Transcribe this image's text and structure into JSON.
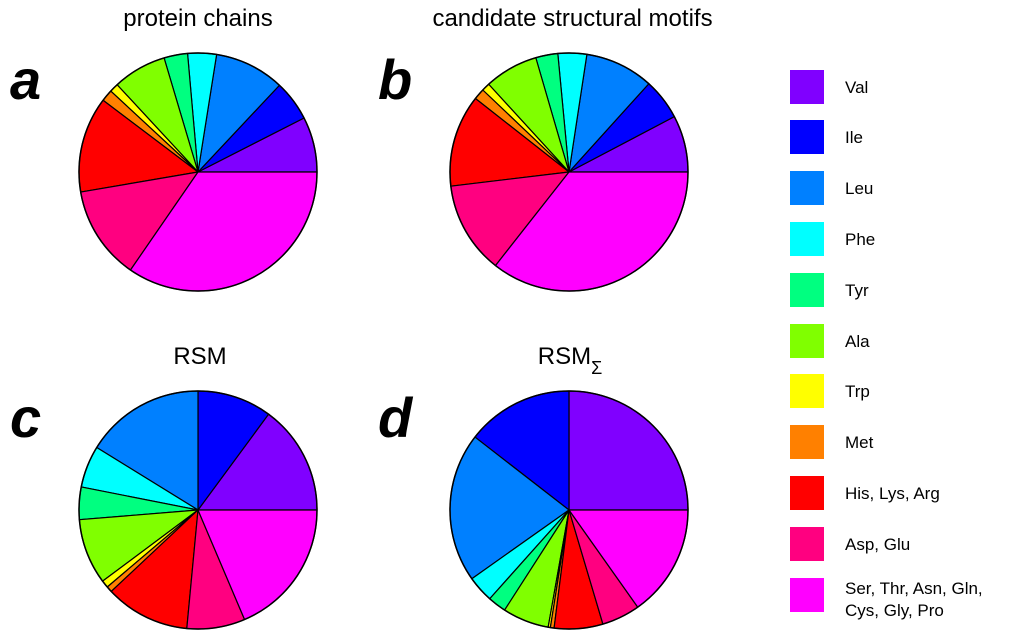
{
  "panels": [
    {
      "letter": "a",
      "title": "protein chains",
      "title_sub": ""
    },
    {
      "letter": "b",
      "title": "candidate structural motifs",
      "title_sub": ""
    },
    {
      "letter": "c",
      "title": "RSM",
      "title_sub": ""
    },
    {
      "letter": "d",
      "title": "RSM",
      "title_sub": "Σ"
    }
  ],
  "legend": [
    {
      "label": "Val",
      "color": "#8000ff"
    },
    {
      "label": "Ile",
      "color": "#0000ff"
    },
    {
      "label": "Leu",
      "color": "#0080ff"
    },
    {
      "label": "Phe",
      "color": "#00ffff"
    },
    {
      "label": "Tyr",
      "color": "#00ff80"
    },
    {
      "label": "Ala",
      "color": "#80ff00"
    },
    {
      "label": "Trp",
      "color": "#ffff00"
    },
    {
      "label": "Met",
      "color": "#ff8000"
    },
    {
      "label": "His, Lys, Arg",
      "color": "#ff0000"
    },
    {
      "label": "Asp, Glu",
      "color": "#ff0080"
    },
    {
      "label": "Ser, Thr, Asn, Gln, Cys, Gly, Pro",
      "color": "#ff00ff"
    }
  ],
  "chart_data": [
    {
      "type": "pie",
      "title": "protein chains",
      "categories": [
        "Val",
        "Ile",
        "Leu",
        "Phe",
        "Tyr",
        "Ala",
        "Trp",
        "Met",
        "His, Lys, Arg",
        "Asp, Glu",
        "Ser, Thr, Asn, Gln, Cys, Gly, Pro"
      ],
      "values": [
        7.5,
        5.5,
        9.5,
        3.9,
        3.2,
        7.3,
        1.2,
        1.6,
        13.0,
        12.7,
        34.6
      ]
    },
    {
      "type": "pie",
      "title": "candidate structural motifs",
      "categories": [
        "Val",
        "Ile",
        "Leu",
        "Phe",
        "Tyr",
        "Ala",
        "Trp",
        "Met",
        "His, Lys, Arg",
        "Asp, Glu",
        "Ser, Thr, Asn, Gln, Cys, Gly, Pro"
      ],
      "values": [
        7.7,
        5.6,
        9.3,
        3.9,
        3.0,
        7.3,
        1.1,
        1.5,
        12.5,
        12.5,
        35.6
      ]
    },
    {
      "type": "pie",
      "title": "RSM",
      "categories": [
        "Val",
        "Ile",
        "Leu",
        "Phe",
        "Tyr",
        "Ala",
        "Trp",
        "Met",
        "His, Lys, Arg",
        "Asp, Glu",
        "Ser, Thr, Asn, Gln, Cys, Gly, Pro"
      ],
      "values": [
        14.9,
        10.1,
        16.2,
        5.7,
        4.4,
        8.9,
        1.0,
        0.8,
        11.5,
        7.9,
        18.6
      ]
    },
    {
      "type": "pie",
      "title": "RSM Σ",
      "categories": [
        "Val",
        "Ile",
        "Leu",
        "Phe",
        "Tyr",
        "Ala",
        "Trp",
        "Met",
        "His, Lys, Arg",
        "Asp, Glu",
        "Ser, Thr, Asn, Gln, Cys, Gly, Pro"
      ],
      "values": [
        25.0,
        14.5,
        20.3,
        3.6,
        2.5,
        6.3,
        0.3,
        0.5,
        6.6,
        5.2,
        15.2
      ]
    }
  ]
}
